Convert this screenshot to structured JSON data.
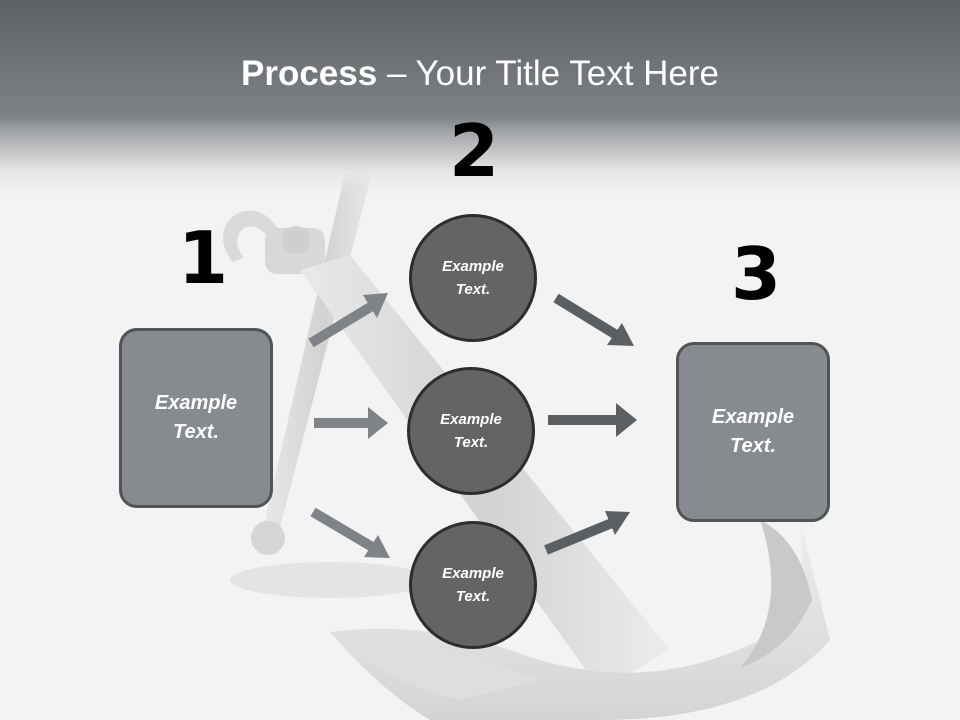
{
  "title": {
    "bold": "Process",
    "rest": " – Your Title Text Here"
  },
  "steps": {
    "n1": "1",
    "n2": "2",
    "n3": "3"
  },
  "left_box": {
    "line1": "Example",
    "line2": "Text."
  },
  "right_box": {
    "line1": "Example",
    "line2": "Text."
  },
  "circles": [
    {
      "line1": "Example",
      "line2": "Text."
    },
    {
      "line1": "Example",
      "line2": "Text."
    },
    {
      "line1": "Example",
      "line2": "Text."
    }
  ],
  "colors": {
    "box_fill": "#878b8f",
    "circle_fill": "#626466",
    "arrow_light": "#7f8387",
    "arrow_dark": "#5c5f62"
  },
  "background_image": "anchor"
}
